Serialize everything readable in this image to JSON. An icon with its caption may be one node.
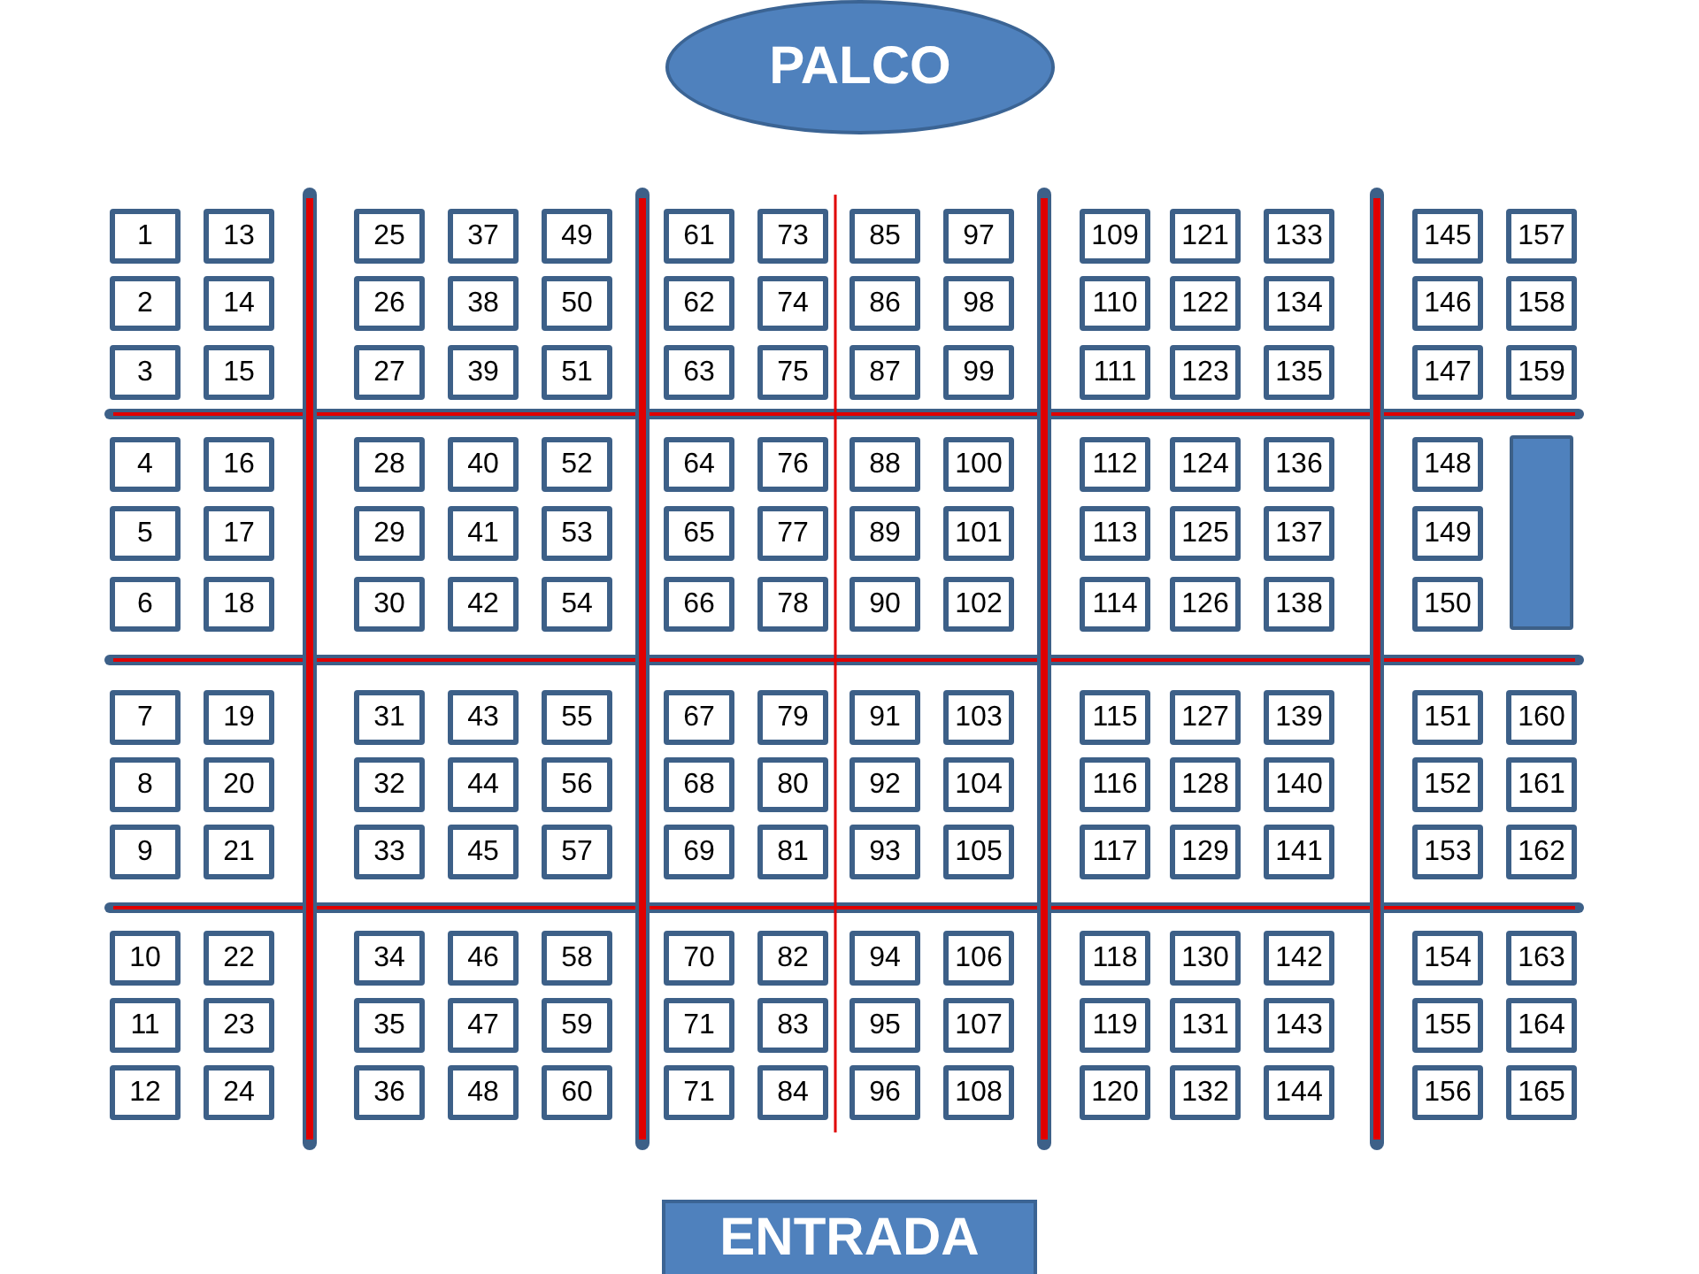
{
  "diagram": {
    "nodes": [
      {
        "text": [
          "PALCO"
        ]
      },
      {
        "text": [
          "1"
        ]
      },
      {
        "text": [
          "2"
        ]
      },
      {
        "text": [
          "3"
        ]
      },
      {
        "text": [
          "4"
        ]
      },
      {
        "text": [
          "5"
        ]
      },
      {
        "text": [
          "6"
        ]
      },
      {
        "text": [
          "7"
        ]
      },
      {
        "text": [
          "8"
        ]
      },
      {
        "text": [
          "9"
        ]
      },
      {
        "text": [
          "10"
        ]
      },
      {
        "text": [
          "11"
        ]
      },
      {
        "text": [
          "12"
        ]
      },
      {
        "text": [
          "13"
        ]
      },
      {
        "text": [
          "14"
        ]
      },
      {
        "text": [
          "15"
        ]
      },
      {
        "text": [
          "16"
        ]
      },
      {
        "text": [
          "17"
        ]
      },
      {
        "text": [
          "18"
        ]
      },
      {
        "text": [
          "19"
        ]
      },
      {
        "text": [
          "20"
        ]
      },
      {
        "text": [
          "21"
        ]
      },
      {
        "text": [
          "22"
        ]
      },
      {
        "text": [
          "23"
        ]
      },
      {
        "text": [
          "24"
        ]
      },
      {
        "text": [
          "25"
        ]
      },
      {
        "text": [
          "26"
        ]
      },
      {
        "text": [
          "27"
        ]
      },
      {
        "text": [
          "28"
        ]
      },
      {
        "text": [
          "29"
        ]
      },
      {
        "text": [
          "30"
        ]
      },
      {
        "text": [
          "31"
        ]
      },
      {
        "text": [
          "32"
        ]
      },
      {
        "text": [
          "33"
        ]
      },
      {
        "text": [
          "34"
        ]
      },
      {
        "text": [
          "35"
        ]
      },
      {
        "text": [
          "36"
        ]
      },
      {
        "text": [
          "37"
        ]
      },
      {
        "text": [
          "38"
        ]
      },
      {
        "text": [
          "39"
        ]
      },
      {
        "text": [
          "40"
        ]
      },
      {
        "text": [
          "41"
        ]
      },
      {
        "text": [
          "42"
        ]
      },
      {
        "text": [
          "43"
        ]
      },
      {
        "text": [
          "44"
        ]
      },
      {
        "text": [
          "45"
        ]
      },
      {
        "text": [
          "46"
        ]
      },
      {
        "text": [
          "47"
        ]
      },
      {
        "text": [
          "48"
        ]
      },
      {
        "text": [
          "49"
        ]
      },
      {
        "text": [
          "50"
        ]
      },
      {
        "text": [
          "51"
        ]
      },
      {
        "text": [
          "52"
        ]
      },
      {
        "text": [
          "53"
        ]
      },
      {
        "text": [
          "54"
        ]
      },
      {
        "text": [
          "55"
        ]
      },
      {
        "text": [
          "56"
        ]
      },
      {
        "text": [
          "57"
        ]
      },
      {
        "text": [
          "58"
        ]
      },
      {
        "text": [
          "59"
        ]
      },
      {
        "text": [
          "60"
        ]
      },
      {
        "text": [
          "61"
        ]
      },
      {
        "text": [
          "62"
        ]
      },
      {
        "text": [
          "63"
        ]
      },
      {
        "text": [
          "64"
        ]
      },
      {
        "text": [
          "65"
        ]
      },
      {
        "text": [
          "66"
        ]
      },
      {
        "text": [
          "67"
        ]
      },
      {
        "text": [
          "68"
        ]
      },
      {
        "text": [
          "69"
        ]
      },
      {
        "text": [
          "70"
        ]
      },
      {
        "text": [
          "71"
        ]
      },
      {
        "text": [
          "71"
        ]
      },
      {
        "text": [
          "73"
        ]
      },
      {
        "text": [
          "74"
        ]
      },
      {
        "text": [
          "75"
        ]
      },
      {
        "text": [
          "76"
        ]
      },
      {
        "text": [
          "77"
        ]
      },
      {
        "text": [
          "78"
        ]
      },
      {
        "text": [
          "79"
        ]
      },
      {
        "text": [
          "80"
        ]
      },
      {
        "text": [
          "81"
        ]
      },
      {
        "text": [
          "82"
        ]
      },
      {
        "text": [
          "83"
        ]
      },
      {
        "text": [
          "84"
        ]
      },
      {
        "text": [
          "85"
        ]
      },
      {
        "text": [
          "86"
        ]
      },
      {
        "text": [
          "87"
        ]
      },
      {
        "text": [
          "88"
        ]
      },
      {
        "text": [
          "89"
        ]
      },
      {
        "text": [
          "90"
        ]
      },
      {
        "text": [
          "91"
        ]
      },
      {
        "text": [
          "92"
        ]
      },
      {
        "text": [
          "93"
        ]
      },
      {
        "text": [
          "94"
        ]
      },
      {
        "text": [
          "95"
        ]
      },
      {
        "text": [
          "96"
        ]
      },
      {
        "text": [
          "97"
        ]
      },
      {
        "text": [
          "98"
        ]
      },
      {
        "text": [
          "99"
        ]
      },
      {
        "text": [
          "100"
        ]
      },
      {
        "text": [
          "101"
        ]
      },
      {
        "text": [
          "102"
        ]
      },
      {
        "text": [
          "103"
        ]
      },
      {
        "text": [
          "104"
        ]
      },
      {
        "text": [
          "105"
        ]
      },
      {
        "text": [
          "106"
        ]
      },
      {
        "text": [
          "107"
        ]
      },
      {
        "text": [
          "108"
        ]
      },
      {
        "text": [
          "109"
        ]
      },
      {
        "text": [
          "110"
        ]
      },
      {
        "text": [
          "111"
        ]
      },
      {
        "text": [
          "112"
        ]
      },
      {
        "text": [
          "113"
        ]
      },
      {
        "text": [
          "114"
        ]
      },
      {
        "text": [
          "115"
        ]
      },
      {
        "text": [
          "116"
        ]
      },
      {
        "text": [
          "117"
        ]
      },
      {
        "text": [
          "118"
        ]
      },
      {
        "text": [
          "119"
        ]
      },
      {
        "text": [
          "120"
        ]
      },
      {
        "text": [
          "121"
        ]
      },
      {
        "text": [
          "122"
        ]
      },
      {
        "text": [
          "123"
        ]
      },
      {
        "text": [
          "124"
        ]
      },
      {
        "text": [
          "125"
        ]
      },
      {
        "text": [
          "126"
        ]
      },
      {
        "text": [
          "127"
        ]
      },
      {
        "text": [
          "128"
        ]
      },
      {
        "text": [
          "129"
        ]
      },
      {
        "text": [
          "130"
        ]
      },
      {
        "text": [
          "131"
        ]
      },
      {
        "text": [
          "132"
        ]
      },
      {
        "text": [
          "133"
        ]
      },
      {
        "text": [
          "134"
        ]
      },
      {
        "text": [
          "135"
        ]
      },
      {
        "text": [
          "136"
        ]
      },
      {
        "text": [
          "137"
        ]
      },
      {
        "text": [
          "138"
        ]
      },
      {
        "text": [
          "139"
        ]
      },
      {
        "text": [
          "140"
        ]
      },
      {
        "text": [
          "141"
        ]
      },
      {
        "text": [
          "142"
        ]
      },
      {
        "text": [
          "143"
        ]
      },
      {
        "text": [
          "144"
        ]
      },
      {
        "text": [
          "145"
        ]
      },
      {
        "text": [
          "146"
        ]
      },
      {
        "text": [
          "147"
        ]
      },
      {
        "text": [
          "148"
        ]
      },
      {
        "text": [
          "149"
        ]
      },
      {
        "text": [
          "150"
        ]
      },
      {
        "text": [
          "151"
        ]
      },
      {
        "text": [
          "152"
        ]
      },
      {
        "text": [
          "153"
        ]
      },
      {
        "text": [
          "154"
        ]
      },
      {
        "text": [
          "155"
        ]
      },
      {
        "text": [
          "156"
        ]
      },
      {
        "text": [
          "157"
        ]
      },
      {
        "text": [
          "158"
        ]
      },
      {
        "text": [
          "159"
        ]
      },
      {
        "text": [],
        "shape": "bar"
      },
      {
        "text": [
          "160"
        ]
      },
      {
        "text": [
          "161"
        ]
      },
      {
        "text": [
          "162"
        ]
      },
      {
        "text": [
          "163"
        ]
      },
      {
        "text": [
          "164"
        ]
      },
      {
        "text": [
          "165"
        ]
      },
      {
        "text": [
          "ENTRADA"
        ]
      }
    ]
  }
}
